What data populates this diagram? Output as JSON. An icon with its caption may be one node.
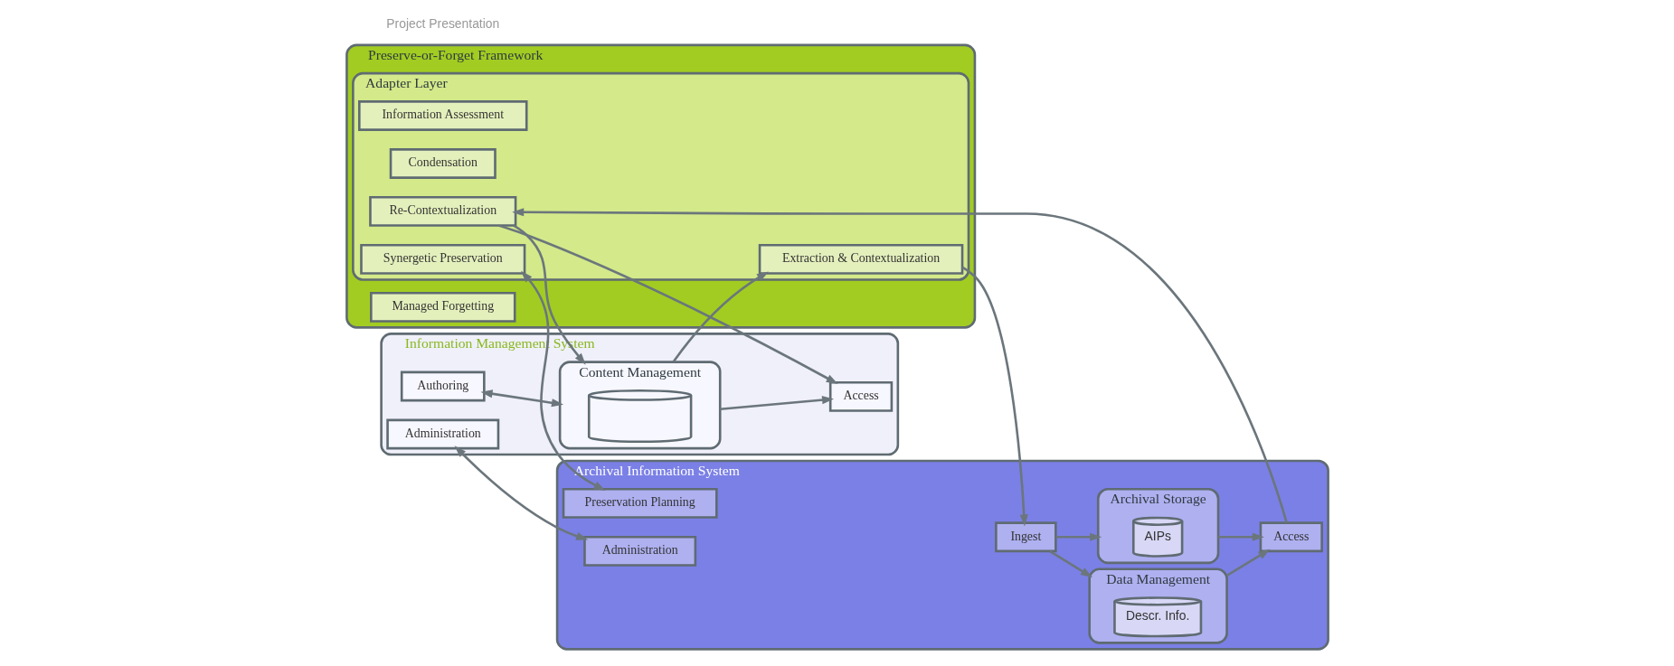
{
  "diagram": {
    "nodes": [
      {
        "text": [
          "Preserve-or-Forget Framework"
        ]
      },
      {
        "text": [
          "Managed Forgetting"
        ],
        "in": 0
      },
      {
        "text": [
          "Adapter Layer"
        ],
        "in": 0
      },
      {
        "text": [
          "Information Assessment"
        ],
        "in": 2
      },
      {
        "text": [
          "Condensation"
        ],
        "in": 2
      },
      {
        "text": [
          "Synergetic Preservation"
        ],
        "in": 2
      },
      {
        "text": [
          "Re-Contextualization"
        ],
        "in": 2
      },
      {
        "text": [
          "Extraction & Contextualization"
        ],
        "in": 2
      },
      {
        "text": [
          "Information Management System"
        ]
      },
      {
        "text": [
          "Access"
        ],
        "in": 8
      },
      {
        "text": [
          "Content Management"
        ],
        "in": 8
      },
      {
        "text": [],
        "shape": "cylinder",
        "in": 10
      },
      {
        "text": [
          "Authoring"
        ],
        "in": 8
      },
      {
        "text": [
          "Administration"
        ],
        "in": 8
      },
      {
        "text": [
          "Archival Information System"
        ]
      },
      {
        "text": [
          "Preservation Planning"
        ],
        "in": 14
      },
      {
        "text": [
          "Access"
        ],
        "in": 14
      },
      {
        "text": [
          "Data Management"
        ],
        "in": 14
      },
      {
        "text": [
          "Descr. Info."
        ],
        "in": 17
      },
      {
        "text": [
          "Archival Storage"
        ],
        "in": 14
      },
      {
        "text": [
          "AIPs"
        ],
        "in": 19
      },
      {
        "text": [
          "Ingest"
        ],
        "in": 14
      },
      {
        "text": [
          "Administration"
        ],
        "in": 14
      }
    ],
    "edges": [
      {
        "from": 5,
        "to": 15,
        "arrow": "both"
      },
      {
        "from": 16,
        "to": 6,
        "arrow": "to"
      },
      {
        "from": 6,
        "to": 9,
        "arrow": "to"
      },
      {
        "from": 6,
        "to": 10,
        "arrow": "to"
      },
      {
        "from": 10,
        "to": 9,
        "arrow": "to"
      },
      {
        "from": 12,
        "to": 10,
        "arrow": "both"
      },
      {
        "from": 10,
        "to": 7,
        "arrow": "to"
      },
      {
        "from": 7,
        "to": 21,
        "arrow": "to"
      },
      {
        "from": 21,
        "to": 19,
        "arrow": "to"
      },
      {
        "from": 21,
        "to": 17,
        "arrow": "to"
      },
      {
        "from": 19,
        "to": 16,
        "arrow": "to"
      },
      {
        "from": 17,
        "to": 16,
        "arrow": "to"
      },
      {
        "from": 13,
        "to": 22,
        "arrow": "both"
      }
    ],
    "labels": [
      "Project Presentation"
    ]
  }
}
